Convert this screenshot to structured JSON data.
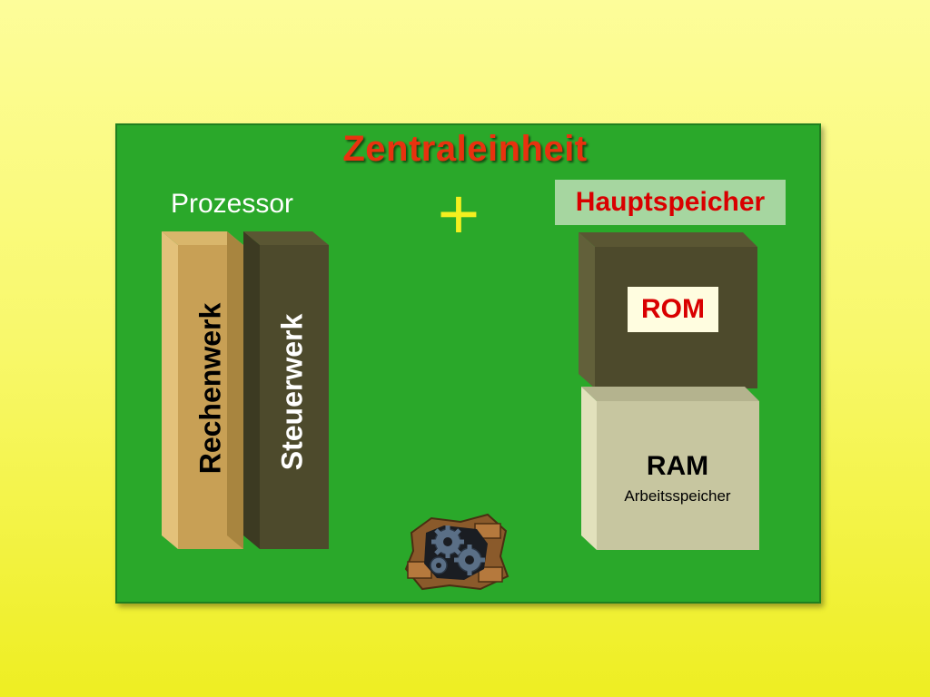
{
  "diagram": {
    "title": "Zentraleinheit",
    "processor_label": "Prozessor",
    "plus_sign": "+",
    "memory_label": "Hauptspeicher",
    "processor_units": [
      {
        "label": "Rechenwerk"
      },
      {
        "label": "Steuerwerk"
      }
    ],
    "memory_units": {
      "rom_label": "ROM",
      "ram_label": "RAM",
      "ram_sublabel": "Arbeitsspeicher"
    },
    "decorative_icon": "gears-icon"
  },
  "colors": {
    "background_top": "#fdfd9a",
    "background_bottom": "#eeee22",
    "board": "#2aa82a",
    "title": "#e8320f",
    "plus": "#f4ef1f",
    "rechenwerk": "#c8a055",
    "steuerwerk": "#4d4a2c",
    "rom_block": "#4d4a2c",
    "ram_block": "#c7c6a0"
  }
}
